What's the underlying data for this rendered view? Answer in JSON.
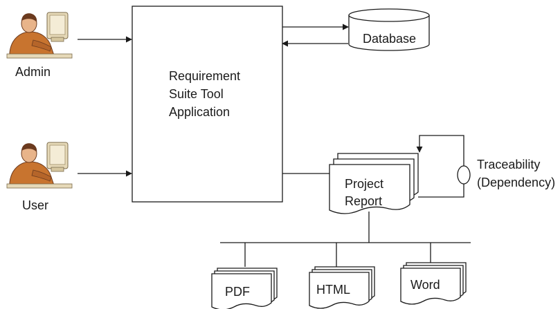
{
  "actors": {
    "admin": {
      "label": "Admin"
    },
    "user": {
      "label": "User"
    }
  },
  "app": {
    "line1": "Requirement",
    "line2": "Suite Tool",
    "line3": "Application"
  },
  "database": {
    "label": "Database"
  },
  "report": {
    "line1": "Project",
    "line2": "Report"
  },
  "traceability": {
    "line1": "Traceability",
    "line2": "(Dependency)"
  },
  "outputs": {
    "pdf": "PDF",
    "html": "HTML",
    "word": "Word"
  },
  "colors": {
    "line": "#1a1a1a",
    "person_shirt": "#c8742f",
    "person_hair": "#6b3a1e",
    "monitor": "#e6d9b8"
  }
}
